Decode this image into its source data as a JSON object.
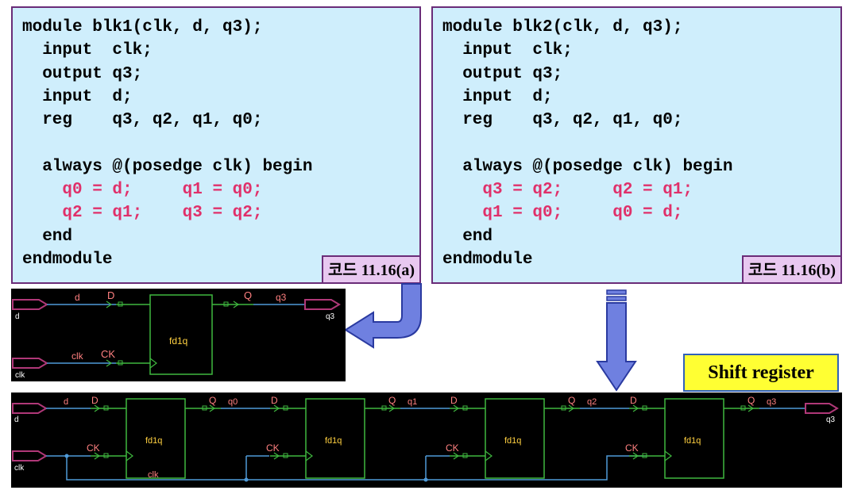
{
  "code_a": {
    "lines": [
      "module blk1(clk, d, q3);",
      "  input  clk;",
      "  output q3;",
      "  input  d;",
      "  reg    q3, q2, q1, q0;",
      "",
      "  always @(posedge clk) begin",
      "    q0 = d;     q1 = q0;",
      "    q2 = q1;    q3 = q2;",
      "  end",
      "endmodule"
    ],
    "highlight_lines": [
      7,
      8
    ],
    "label": "코드 11.16(a)"
  },
  "code_b": {
    "lines": [
      "module blk2(clk, d, q3);",
      "  input  clk;",
      "  output q3;",
      "  input  d;",
      "  reg    q3, q2, q1, q0;",
      "",
      "  always @(posedge clk) begin",
      "    q3 = q2;     q2 = q1;",
      "    q1 = q0;     q0 = d;",
      "  end",
      "endmodule"
    ],
    "highlight_lines": [
      7,
      8
    ],
    "label": "코드 11.16(b)"
  },
  "banner": {
    "label": "Shift register"
  },
  "schematic_a": {
    "port_d": "d",
    "port_clk": "clk",
    "port_q3": "q3",
    "wire_d": "d",
    "pin_D": "D",
    "wire_clk": "clk",
    "pin_CK": "CK",
    "pin_Q": "Q",
    "wire_q3": "q3",
    "cell": "fd1q"
  },
  "schematic_b": {
    "port_d": "d",
    "port_clk": "clk",
    "port_q3": "q3",
    "wire_d": "d",
    "wire_clk": "clk",
    "cells": [
      {
        "cell": "fd1q",
        "pin_D": "D",
        "pin_CK": "CK",
        "pin_Q": "Q",
        "out": "q0"
      },
      {
        "cell": "fd1q",
        "pin_D": "D",
        "pin_CK": "CK",
        "pin_Q": "Q",
        "out": "q1"
      },
      {
        "cell": "fd1q",
        "pin_D": "D",
        "pin_CK": "CK",
        "pin_Q": "Q",
        "out": "q2"
      },
      {
        "cell": "fd1q",
        "pin_D": "D",
        "pin_CK": "CK",
        "pin_Q": "Q",
        "out": "q3"
      }
    ]
  },
  "colors": {
    "box_fill": "#cfeefc",
    "box_border": "#6a2c78",
    "code_highlight": "#e0306a",
    "tag_fill": "#e8c8f0",
    "banner_fill": "#ffff33",
    "arrow_fill": "#6f80e0",
    "wire": "#4f9ad8",
    "cell_outline": "#3fb83f",
    "port": "#b03878",
    "pin_label": "#ff8080",
    "cell_label": "#ffd040",
    "port_label": "#ffffff"
  }
}
